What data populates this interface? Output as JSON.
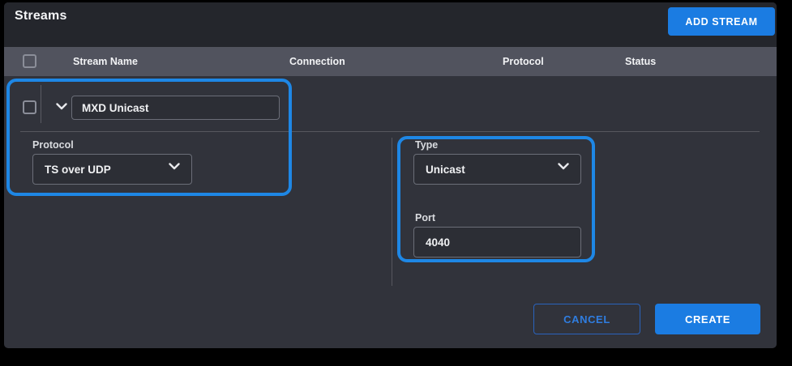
{
  "header": {
    "title": "Streams",
    "add_button": "ADD STREAM"
  },
  "table": {
    "columns": [
      "Stream Name",
      "Connection",
      "Protocol",
      "Status"
    ]
  },
  "stream_form": {
    "name_value": "MXD Unicast",
    "protocol": {
      "label": "Protocol",
      "value": "TS over UDP"
    },
    "type": {
      "label": "Type",
      "value": "Unicast"
    },
    "port": {
      "label": "Port",
      "value": "4040"
    }
  },
  "actions": {
    "cancel": "CANCEL",
    "create": "CREATE"
  },
  "icons": {
    "expander": "chevron-down-icon",
    "dropdown": "chevron-down-icon"
  },
  "colors": {
    "accent_blue": "#1b7ce2",
    "annotation_blue": "#1e87e5",
    "panel_bg": "#31333b",
    "top_bar_bg": "#24262c",
    "table_header_bg": "#51535e",
    "field_border": "#6b6e78"
  }
}
